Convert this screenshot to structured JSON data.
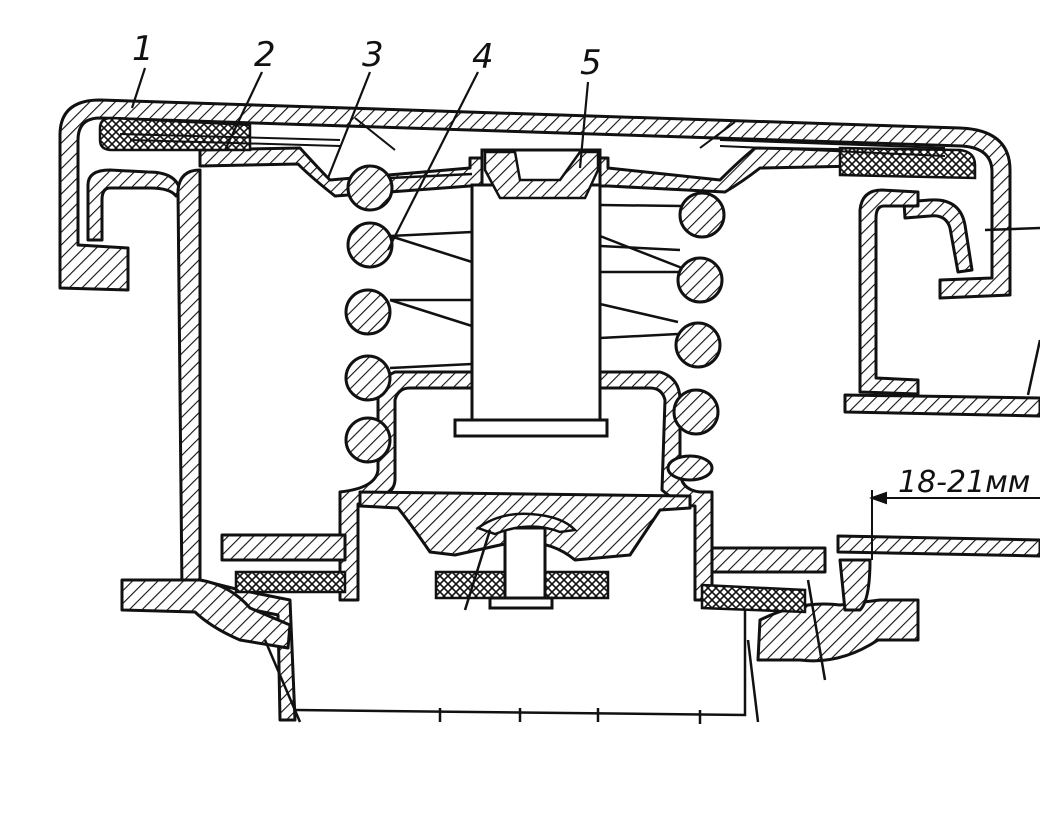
{
  "diagram": {
    "callouts": [
      "1",
      "2",
      "3",
      "4",
      "5"
    ],
    "dimension_text": "18-21мм",
    "colors": {
      "ink": "#111111",
      "paper": "#ffffff",
      "hatch": "#111111"
    }
  }
}
